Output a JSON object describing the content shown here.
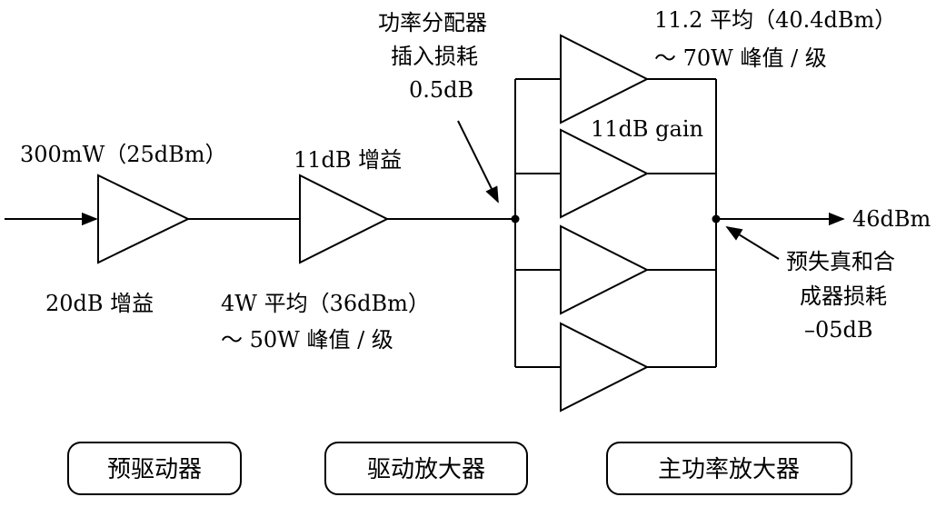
{
  "labels": {
    "input_power": "300mW（25dBm）",
    "predriver_gain": "20dB 增益",
    "driver_gain": "11dB 增益",
    "driver_out_1": "4W 平均（36dBm）",
    "driver_out_2": "～ 50W 峰值 / 级",
    "splitter_1": "功率分配器",
    "splitter_2": "插入损耗",
    "splitter_3": "0.5dB",
    "main_out_1": "11.2  平均（40.4dBm）",
    "main_out_2": "～ 70W 峰值 / 级",
    "main_gain": "11dB gain",
    "output_power": "46dBm",
    "combiner_1": "预失真和合",
    "combiner_2": "成器损耗",
    "combiner_3": "–05dB"
  },
  "stages": [
    {
      "label": "预驱动器"
    },
    {
      "label": "驱动放大器"
    },
    {
      "label": "主功率放大器"
    }
  ]
}
